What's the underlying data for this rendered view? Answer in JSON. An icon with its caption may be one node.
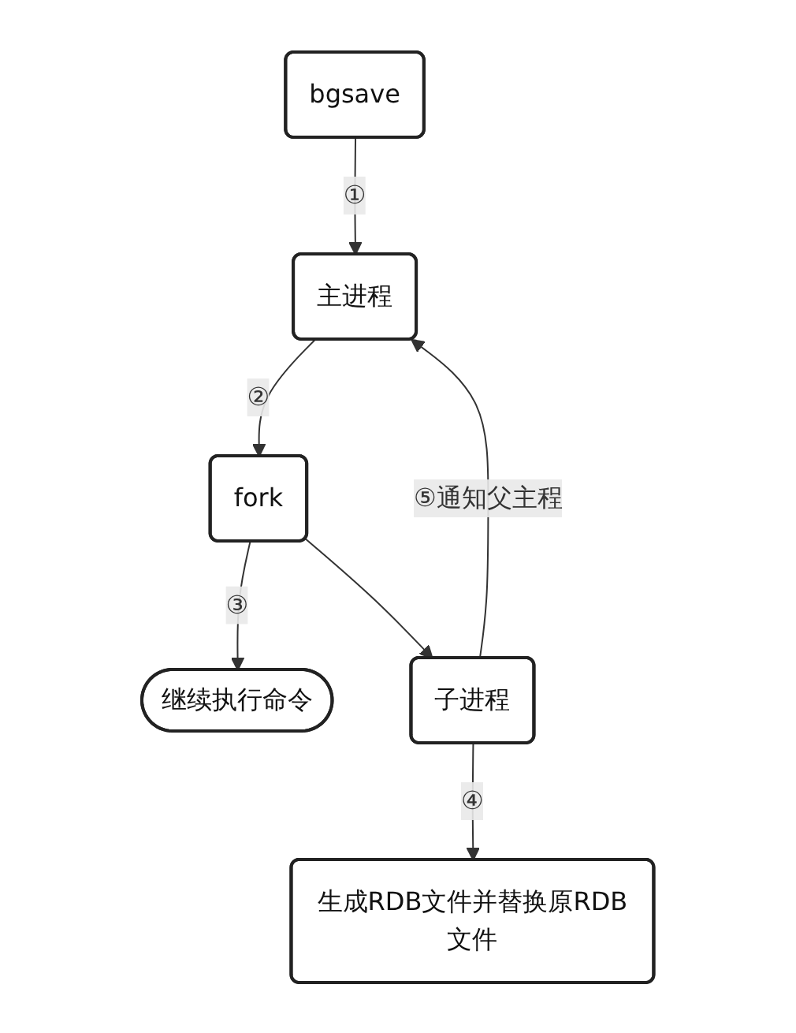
{
  "diagram": {
    "nodes": [
      {
        "text": [
          "bgsave"
        ]
      },
      {
        "text": [
          "主进程"
        ]
      },
      {
        "text": [
          "fork"
        ]
      },
      {
        "text": [
          "子进程"
        ]
      },
      {
        "text": [
          "继续执行命令"
        ]
      },
      {
        "text": [
          "生成RDB文件并替换原RDB文件"
        ]
      }
    ],
    "edges": [
      {
        "from": 0,
        "to": 1,
        "arrow": "to",
        "label": "①"
      },
      {
        "from": 1,
        "to": 2,
        "arrow": "to",
        "label": "②"
      },
      {
        "from": 2,
        "to": 4,
        "arrow": "to",
        "label": "③"
      },
      {
        "from": 2,
        "to": 3,
        "arrow": "to"
      },
      {
        "from": 3,
        "to": 5,
        "arrow": "to",
        "label": "④"
      },
      {
        "from": 3,
        "to": 1,
        "arrow": "to",
        "label": "⑤通知父主程"
      }
    ]
  }
}
